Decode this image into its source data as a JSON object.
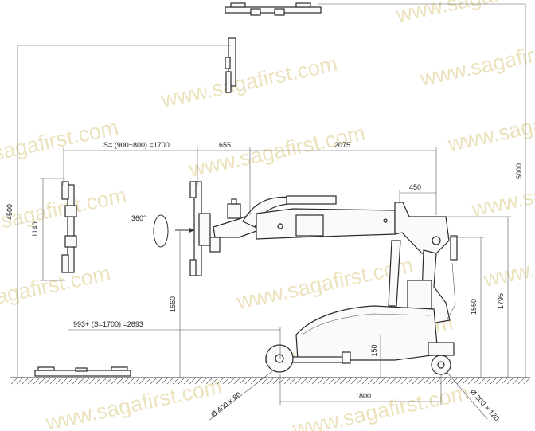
{
  "watermark": "www.sagafirst.com",
  "dimensions": {
    "d4500": "4500",
    "d5000": "5000",
    "s_span": "S= (900+800) =1700",
    "d655": "655",
    "d2075": "2075",
    "d450": "450",
    "d1140": "1140",
    "rot360": "360°",
    "d1660": "1660",
    "d1560": "1560",
    "d1795": "1795",
    "reach": "993+ (S=1700) =2693",
    "d150": "150",
    "d1800": "1800",
    "wheel_front": "Ø 400 × 80",
    "wheel_rear": "Ø 300 × 120"
  }
}
